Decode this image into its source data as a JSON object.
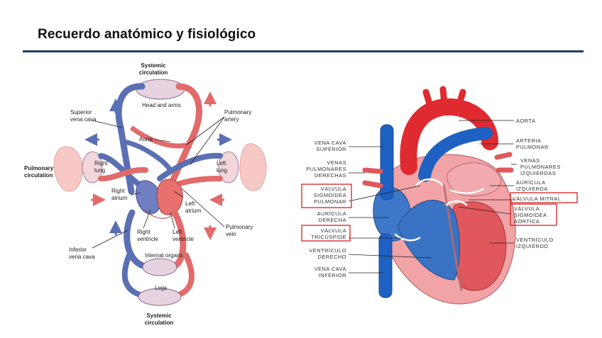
{
  "slide": {
    "title": "Recuerdo anatómico y fisiológico"
  },
  "circulation": {
    "systemic_top": [
      "Systemic",
      "circulation"
    ],
    "systemic_bottom": [
      "Systemic",
      "circulation"
    ],
    "pulmonary": [
      "Pulmonary",
      "circulation"
    ],
    "head_and_arms": "Head and arms",
    "superior_vena_cava": [
      "Superior",
      "vena cava"
    ],
    "pulmonary_artery": [
      "Pulmonary",
      "artery"
    ],
    "aorta": "Aorta",
    "right_lung": [
      "Right",
      "lung"
    ],
    "left_lung": [
      "Left",
      "lung"
    ],
    "right_atrium": [
      "Right",
      "atrium"
    ],
    "left_atrium": [
      "Left",
      "atrium"
    ],
    "right_ventricle": [
      "Right",
      "ventricle"
    ],
    "left_ventricle": [
      "Left",
      "ventricle"
    ],
    "pulmonary_vein": [
      "Pulmonary",
      "vein"
    ],
    "inferior_vena_cava": [
      "Inferior",
      "vena cava"
    ],
    "internal_organs": "Internal organs",
    "legs": "Legs"
  },
  "heart": {
    "aorta": "AORTA",
    "arteria_pulmonar": [
      "ARTERIA",
      "PULMONAR"
    ],
    "vena_cava_superior": [
      "VENA CAVA",
      "SUPERIOR"
    ],
    "venas_pulmonares_derechas": [
      "VENAS",
      "PULMONARES",
      "DERECHAS"
    ],
    "venas_pulmonares_izquierdas": [
      "VENAS",
      "PULMONARES",
      "IZQUIERDAS"
    ],
    "valvula_sigmoidea_pulmonar": [
      "VÁLVULA",
      "SIGMOIDEA",
      "PULMONAR"
    ],
    "auricula_izquierda": [
      "AURÍCULA",
      "IZQUIERDA"
    ],
    "valvula_mitral": "VÁLVULA MITRAL",
    "auricula_derecha": [
      "AURÍCULA",
      "DERECHA"
    ],
    "valvula_sigmoidea_aortica": [
      "VÁLVULA",
      "SIGMOIDEA",
      "AÓRTICA"
    ],
    "valvula_tricuspide": [
      "VÁLVULA",
      "TRICÚSPIDE"
    ],
    "ventriculo_izquierdo": [
      "VENTRÍCULO",
      "IZQUIERDO"
    ],
    "ventriculo_derecho": [
      "VENTRÍCULO",
      "DERECHO"
    ],
    "vena_cava_inferior": [
      "VENA CAVA",
      "INFERIOR"
    ]
  },
  "colors": {
    "venous": "#5b6fb3",
    "arterial": "#e36a6a",
    "highlight_box": "#d42020",
    "rule": "#1f3a68"
  }
}
